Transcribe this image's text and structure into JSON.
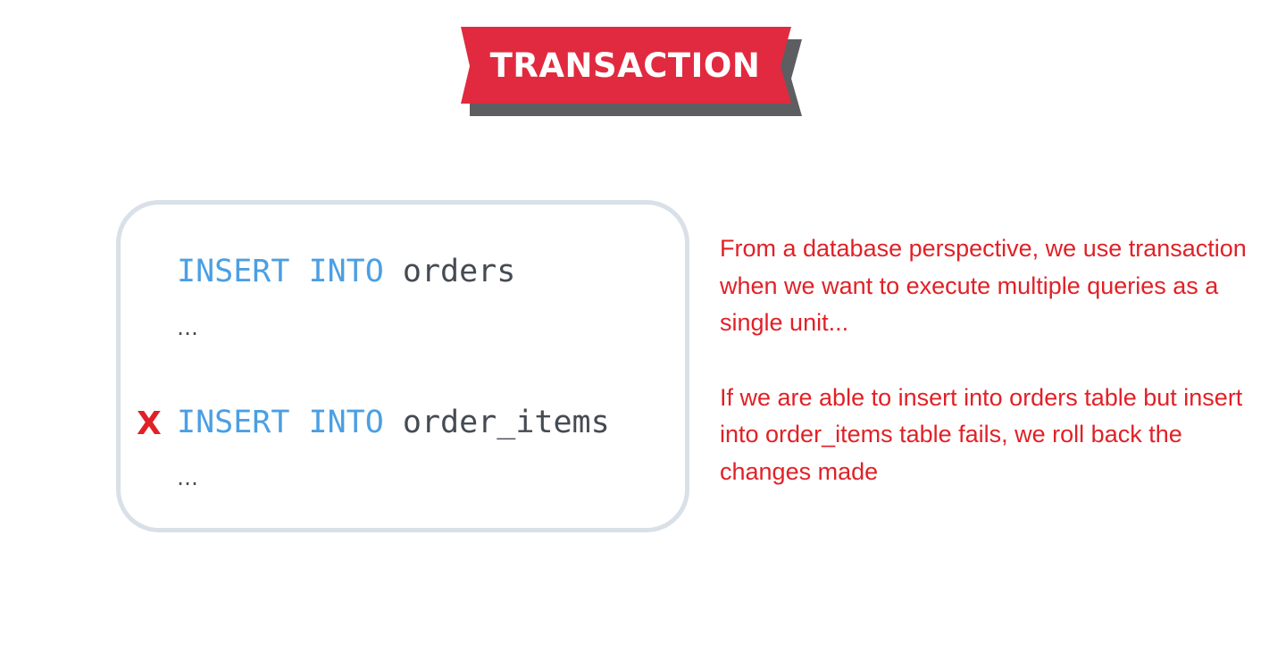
{
  "banner": {
    "title": "TRANSACTION",
    "colors": {
      "ribbon": "#e12a3f",
      "shadow": "#5d5e61",
      "text": "#ffffff"
    }
  },
  "code": {
    "line1": {
      "keyword_insert": "INSERT",
      "keyword_into": "INTO",
      "table": "orders"
    },
    "ellipsis1": "…",
    "line2": {
      "fail_mark": "X",
      "keyword_insert": "INSERT",
      "keyword_into": "INTO",
      "table": "order_items"
    },
    "ellipsis2": "…",
    "colors": {
      "keyword": "#4b9fe3",
      "identifier": "#454b53",
      "fail": "#e02127",
      "border": "#d9e0e7"
    }
  },
  "notes": {
    "paragraph1": "From a database perspective, we use transaction when we want to execute multiple queries as a single unit...",
    "paragraph2": "If we are able to insert into orders table but insert into order_items table fails, we roll back the changes made",
    "color": "#e02127"
  }
}
